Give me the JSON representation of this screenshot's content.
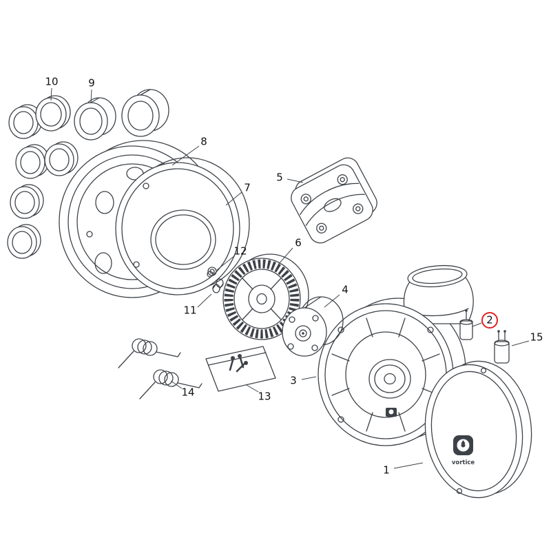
{
  "diagram": {
    "type": "exploded-parts-diagram",
    "colors": {
      "line": "#3d4248",
      "label": "#111111",
      "highlight": "#e02120",
      "background": "#ffffff"
    },
    "logo_text": "vortice",
    "highlighted_part": "2",
    "parts": [
      {
        "number": "1"
      },
      {
        "number": "2"
      },
      {
        "number": "3"
      },
      {
        "number": "4"
      },
      {
        "number": "5"
      },
      {
        "number": "6"
      },
      {
        "number": "7"
      },
      {
        "number": "8"
      },
      {
        "number": "9"
      },
      {
        "number": "10"
      },
      {
        "number": "11"
      },
      {
        "number": "12"
      },
      {
        "number": "13"
      },
      {
        "number": "14"
      },
      {
        "number": "15"
      }
    ]
  }
}
